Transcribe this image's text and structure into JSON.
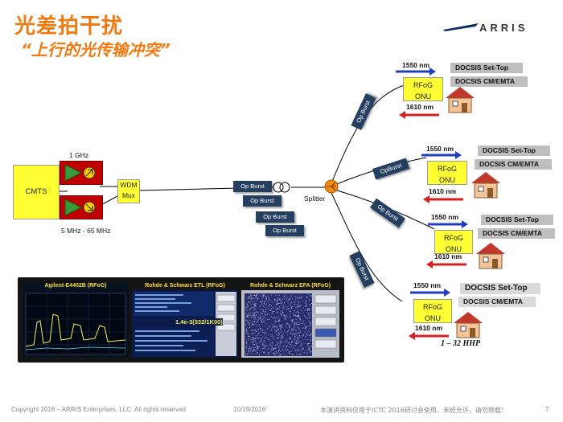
{
  "title": "光差拍干扰",
  "subtitle": "“上行的光传输冲突”",
  "logo": {
    "text": "ARRIS",
    "color": "#0b2a5c"
  },
  "cmts": {
    "label": "CMTS"
  },
  "freq_top": "1 GHz",
  "freq_bottom": "5 MHz - 65 MHz",
  "wdm": {
    "line1": "WDM",
    "line2": "Mux"
  },
  "splitter": "Splitter",
  "op_burst_label": "Op Burst",
  "op_burst_short": "OpBurst",
  "count_label": "1 – 32 HHP",
  "onus": [
    {
      "down": "1550 nm",
      "up": "1610 nm",
      "onu1": "RFoG",
      "onu2": "ONU",
      "svc1": "DOCSIS Set-Top",
      "svc2": "DOCSIS CM/EMTA"
    },
    {
      "down": "1550 nm",
      "up": "1610 nm",
      "onu1": "RFoG",
      "onu2": "ONU",
      "svc1": "DOCSIS Set-Top",
      "svc2": "DOCSIS CM/EMTA"
    },
    {
      "down": "1550 nm",
      "up": "1610 nm",
      "onu1": "RFoG",
      "onu2": "ONU",
      "svc1": "DOCSIS Set-Top",
      "svc2": "DOCSIS CM/EMTA"
    },
    {
      "down": "1550 nm",
      "up": "1610 nm",
      "onu1": "RFoG",
      "onu2": "ONU",
      "svc1": "DOCSIS Set-Top",
      "svc2": "DOCSIS CM/EMTA"
    }
  ],
  "screens": [
    {
      "title": "Agilent-E4402B (RFoG)"
    },
    {
      "title": "Rohde & Schwarz ETL (RFoG)",
      "reading": "1.4e-3(332/1K00)"
    },
    {
      "title": "Rohde & Schwarz EFA (RFoG)"
    }
  ],
  "footer": {
    "copyright": "Copyright 2016 – ARRIS Enterprises, LLC. All rights reserved",
    "date": "10/19/2016",
    "notice": "本演讲资料仅用于ICTC 2016研讨会使用，未经允许，请勿转载！",
    "page": "7"
  },
  "colors": {
    "accent": "#f07a12",
    "downstream": "#1f3fbf",
    "upstream": "#d42020",
    "burst": "#243f60",
    "onu": "#ffff33"
  }
}
